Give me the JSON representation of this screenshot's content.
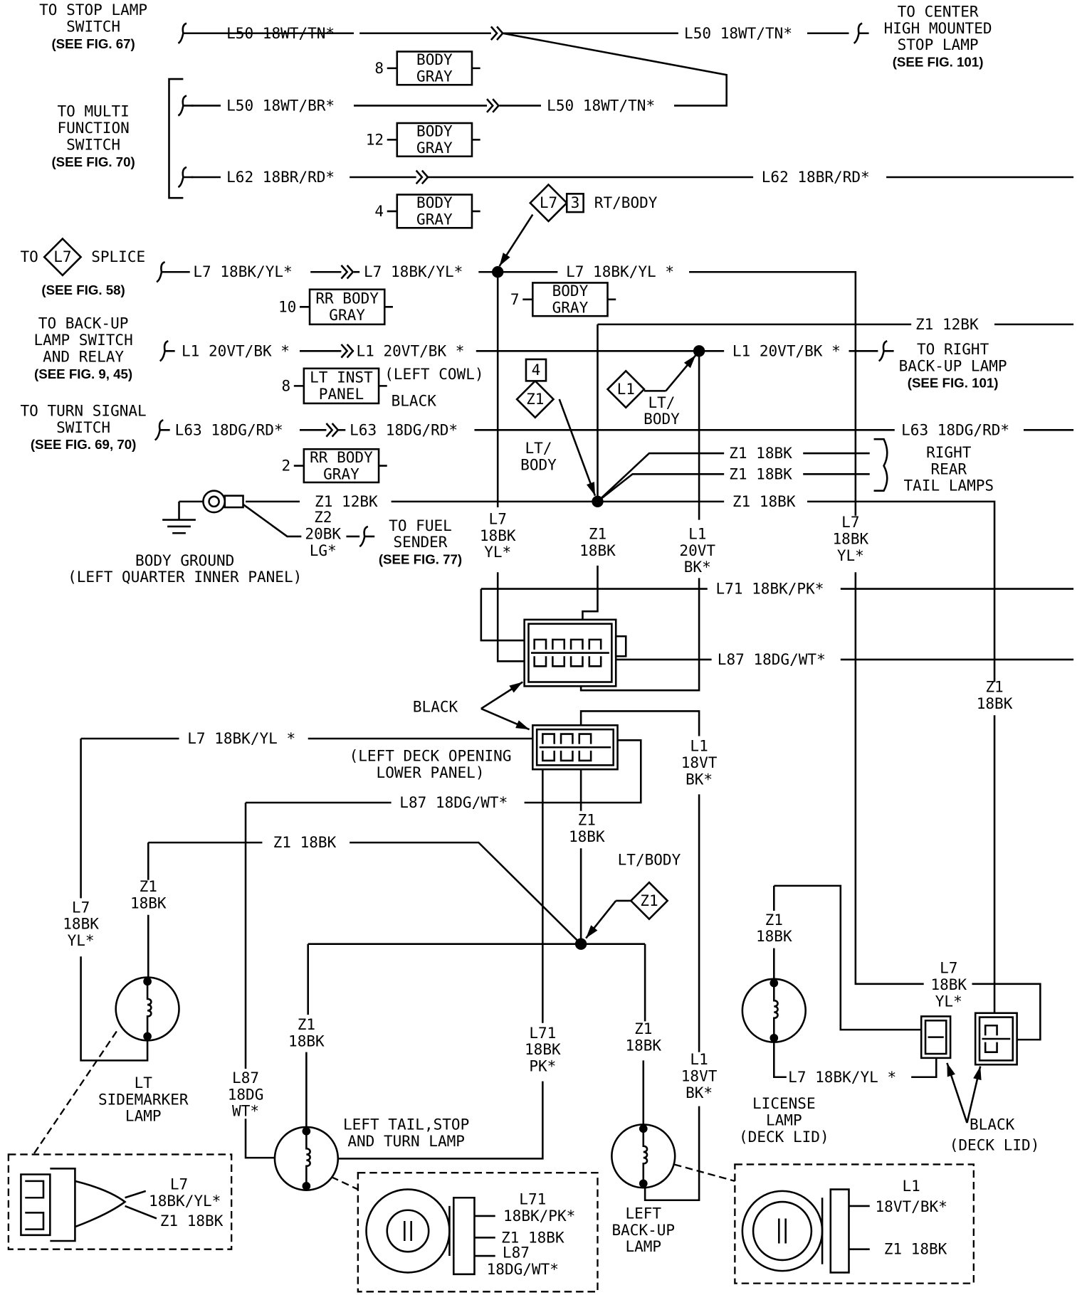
{
  "labels": {
    "stop_lamp": [
      "TO STOP LAMP",
      "SWITCH",
      "(SEE FIG. 67)"
    ],
    "center_high": [
      "TO CENTER",
      "HIGH MOUNTED",
      "STOP LAMP",
      "(SEE FIG. 101)"
    ],
    "multi_function": [
      "TO MULTI",
      "FUNCTION",
      "SWITCH",
      "(SEE FIG. 70)"
    ],
    "splice": [
      "TO",
      "SPLICE",
      "(SEE FIG. 58)"
    ],
    "backup_switch": [
      "TO BACK-UP",
      "LAMP SWITCH",
      "AND RELAY",
      "(SEE FIG. 9, 45)"
    ],
    "right_backup": [
      "TO RIGHT",
      "BACK-UP LAMP",
      "(SEE FIG. 101)"
    ],
    "turn_signal": [
      "TO TURN SIGNAL",
      "SWITCH",
      "(SEE FIG. 69, 70)"
    ],
    "right_rear_tail": [
      "RIGHT",
      "REAR",
      "TAIL LAMPS"
    ],
    "fuel_sender": [
      "TO FUEL",
      "SENDER",
      "(SEE FIG. 77)"
    ],
    "body_ground": [
      "BODY GROUND",
      "(LEFT QUARTER INNER PANEL)"
    ],
    "rt_body": "RT/BODY",
    "lt_body_a": [
      "LT/",
      "BODY"
    ],
    "lt_body_b": [
      "LT/",
      "BODY"
    ],
    "lt_body_c": "LT/BODY",
    "left_cowl": "(LEFT COWL)",
    "black_cowl": "BLACK",
    "black_mid": "BLACK",
    "left_deck": [
      "(LEFT DECK OPENING",
      "LOWER PANEL)"
    ],
    "lt_sidemarker": [
      "LT",
      "SIDEMARKER",
      "LAMP"
    ],
    "left_tail": [
      "LEFT TAIL,STOP",
      "AND TURN LAMP"
    ],
    "left_backup": [
      "LEFT",
      "BACK-UP",
      "LAMP"
    ],
    "license": [
      "LICENSE",
      "LAMP",
      "(DECK LID)"
    ],
    "black_deck": [
      "BLACK",
      "(DECK LID)"
    ]
  },
  "wires": {
    "l50_tn_a": "L50 18WT/TN*",
    "l50_tn_b": "L50 18WT/TN*",
    "l50_br": "L50 18WT/BR*",
    "l50_tn_c": "L50 18WT/TN*",
    "l62_a": "L62 18BR/RD*",
    "l62_b": "L62 18BR/RD*",
    "l7_a": "L7 18BK/YL*",
    "l7_b": "L7 18BK/YL*",
    "l7_c": "L7 18BK/YL *",
    "z1_12bk_top": "Z1 12BK",
    "l1_a": "L1 20VT/BK *",
    "l1_b": "L1 20VT/BK *",
    "l1_c": "L1 20VT/BK *",
    "l63_a": "L63 18DG/RD*",
    "l63_b": "L63 18DG/RD*",
    "l63_c": "L63 18DG/RD*",
    "z1_rr_1": "Z1 18BK",
    "z1_rr_2": "Z1 18BK",
    "z1_12bk_gnd": "Z1 12BK",
    "z1_18bk_gnd": "Z1 18BK",
    "z2": [
      "Z2",
      "20BK",
      "LG*"
    ],
    "l7_v1": [
      "L7",
      "18BK",
      "YL*"
    ],
    "z1_v1": [
      "Z1",
      "18BK"
    ],
    "l1_v1": [
      "L1",
      "20VT",
      "BK*"
    ],
    "l7_v2": [
      "L7",
      "18BK",
      "YL*"
    ],
    "l71": "L71 18BK/PK*",
    "l87": "L87 18DG/WT*",
    "z1_v2": [
      "Z1",
      "18BK"
    ],
    "l1_v2": [
      "L1",
      "18VT",
      "BK*"
    ],
    "l7_d": "L7 18BK/YL *",
    "l87_b": "L87 18DG/WT*",
    "z1_c": "Z1 18BK",
    "z1_v3": [
      "Z1",
      "18BK"
    ],
    "z1_v4": [
      "Z1",
      "18BK"
    ],
    "l7_v3": [
      "L7",
      "18BK",
      "YL*"
    ],
    "z1_v5": [
      "Z1",
      "18BK"
    ],
    "l71_v": [
      "L71",
      "18BK",
      "PK*"
    ],
    "z1_v6": [
      "Z1",
      "18BK"
    ],
    "l87_v": [
      "L87",
      "18DG",
      "WT*"
    ],
    "l1_v3": [
      "L1",
      "18VT",
      "BK*"
    ],
    "z1_v7": [
      "Z1",
      "18BK"
    ],
    "l7_lic": "L7 18BK/YL *",
    "l7_v4": [
      "L7",
      "18BK",
      "YL*"
    ]
  },
  "connectors": [
    {
      "pin": "8",
      "name": [
        "BODY",
        "GRAY"
      ]
    },
    {
      "pin": "12",
      "name": [
        "BODY",
        "GRAY"
      ]
    },
    {
      "pin": "4",
      "name": [
        "BODY",
        "GRAY"
      ]
    },
    {
      "pin": "10",
      "name": [
        "RR BODY",
        "GRAY"
      ]
    },
    {
      "pin": "7",
      "name": [
        "BODY",
        "GRAY"
      ]
    },
    {
      "pin": "8",
      "name": [
        "LT INST",
        "PANEL"
      ]
    },
    {
      "pin": "2",
      "name": [
        "RR BODY",
        "GRAY"
      ]
    }
  ],
  "splices": {
    "l7_rt": {
      "id": "L7",
      "pin": "3"
    },
    "l7_to": {
      "id": "L7"
    },
    "z1_4": {
      "id": "Z1",
      "pin": "4"
    },
    "l1": {
      "id": "L1"
    },
    "z1_lt": {
      "id": "Z1"
    }
  },
  "details": {
    "sidemarker": [
      "L7",
      "18BK/YL*",
      "Z1 18BK"
    ],
    "tail": [
      "L71",
      "18BK/PK*",
      "Z1 18BK",
      "L87",
      "18DG/WT*"
    ],
    "backup": [
      "L1",
      "18VT/BK*",
      "Z1 18BK"
    ]
  }
}
